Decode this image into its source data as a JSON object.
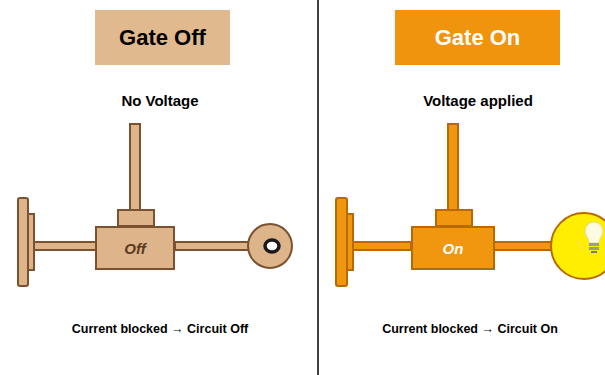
{
  "diagram": {
    "nodes": [
      {
        "text": [
          "Gate Off"
        ]
      },
      {
        "text": [
          "Gate On"
        ]
      },
      {
        "text": [
          "Off"
        ]
      },
      {
        "text": [
          "On"
        ]
      }
    ],
    "labels": [
      "No Voltage",
      "Voltage applied",
      "Current blocked → Circuit Off",
      "Current blocked → Circuit On"
    ]
  }
}
